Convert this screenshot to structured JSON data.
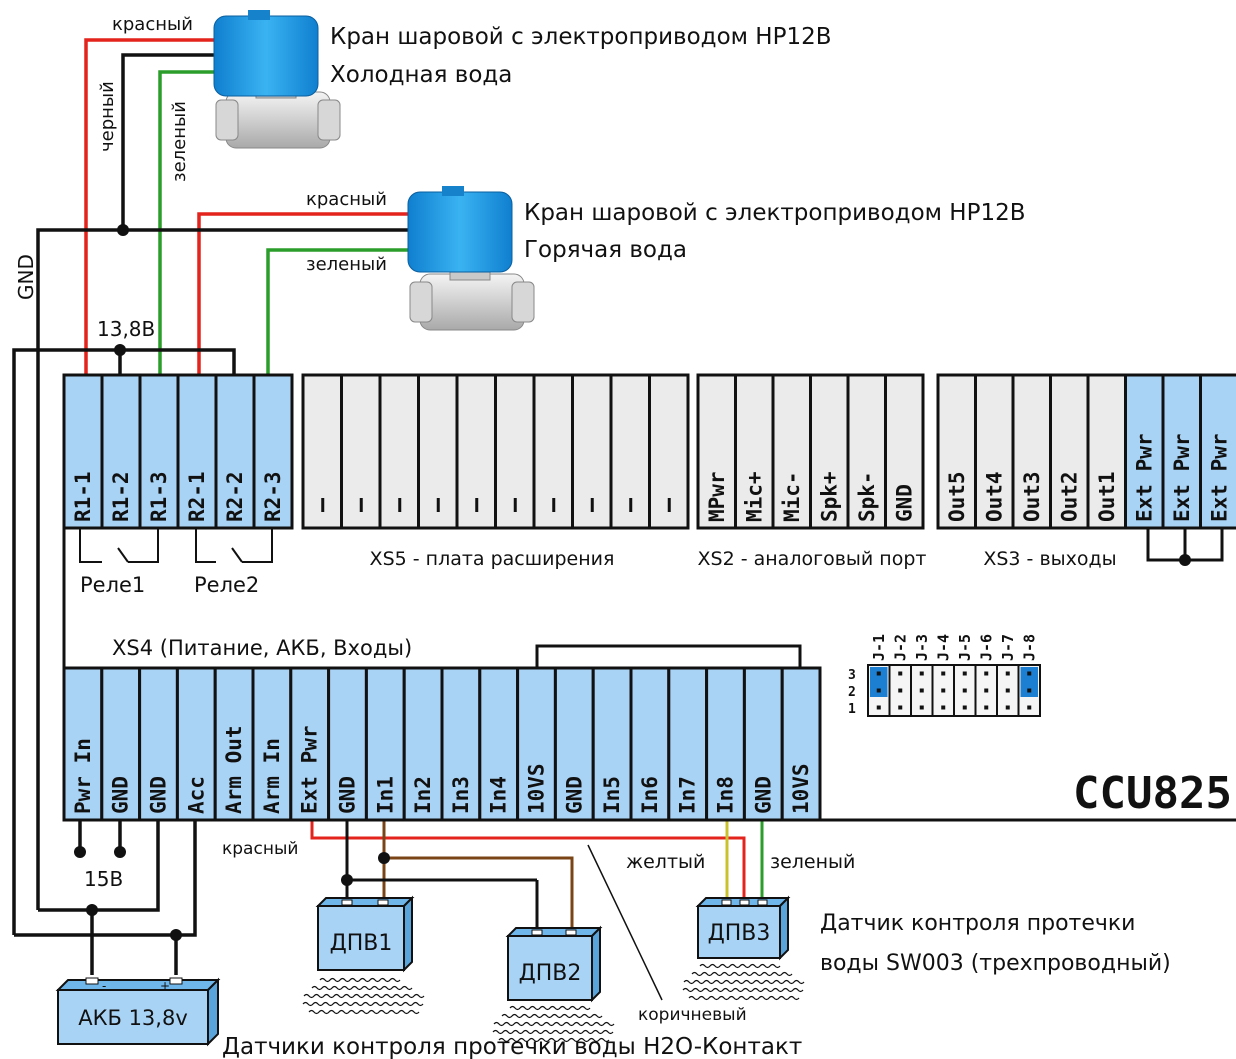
{
  "valves": {
    "cold": {
      "title": "Кран шаровой с электроприводом HP12B",
      "subtitle": "Холодная вода",
      "wire_red": "красный",
      "wire_black": "черный",
      "wire_green": "зеленый"
    },
    "hot": {
      "title": "Кран шаровой с электроприводом HP12B",
      "subtitle": "Горячая вода",
      "wire_red": "красный",
      "wire_green": "зеленый"
    }
  },
  "labels": {
    "gnd": "GND",
    "v138": "13,8В",
    "v15": "15В",
    "relay1": "Реле1",
    "relay2": "Реле2",
    "xs5": "XS5 - плата расширения",
    "xs2": "XS2 - аналоговый порт",
    "xs3": "XS3 - выходы",
    "xs4": "XS4 (Питание, АКБ, Входы)",
    "device": "CCU825",
    "wire_red_bottom": "красный",
    "wire_yellow": "желтый",
    "wire_green_bottom": "зеленый",
    "wire_brown": "коричневый"
  },
  "relay_pins": [
    "R1-1",
    "R1-2",
    "R1-3",
    "R2-1",
    "R2-2",
    "R2-3"
  ],
  "xs5_pins": [
    "-",
    "-",
    "-",
    "-",
    "-",
    "-",
    "-",
    "-",
    "-",
    "-"
  ],
  "xs2_pins": [
    "MPwr",
    "Mic+",
    "Mic-",
    "Spk+",
    "Spk-",
    "GND"
  ],
  "xs3_pins": [
    "Out5",
    "Out4",
    "Out3",
    "Out2",
    "Out1",
    "Ext Pwr",
    "Ext Pwr",
    "Ext Pwr"
  ],
  "xs4_pins": [
    "Pwr In",
    "GND",
    "GND",
    "Acc",
    "Arm Out",
    "Arm In",
    "Ext Pwr",
    "GND",
    "In1",
    "In2",
    "In3",
    "In4",
    "10VS",
    "GND",
    "In5",
    "In6",
    "In7",
    "In8",
    "GND",
    "10VS"
  ],
  "jumpers": {
    "names": [
      "J-1",
      "J-2",
      "J-3",
      "J-4",
      "J-5",
      "J-6",
      "J-7",
      "J-8"
    ],
    "rows": [
      "3",
      "2",
      "1"
    ]
  },
  "sensors": {
    "dpv1": "ДПВ1",
    "dpv2": "ДПВ2",
    "dpv3": "ДПВ3",
    "sw003_line1": "Датчик контроля протечки",
    "sw003_line2": "воды SW003 (трехпроводный)",
    "h2o_caption": "Датчики контроля протечки воды H2O-Контакт"
  },
  "battery": {
    "label": "АКБ 13,8v",
    "minus": "-",
    "plus": "+"
  },
  "colors": {
    "terminal_fill": "#a9d3f5",
    "grey_terminal": "#ebebeb",
    "valve_blue": "#1e9be6",
    "jumper_blue": "#1c7fd2",
    "wire_red": "#e3231c",
    "wire_green": "#2a9d2a",
    "wire_black": "#111111",
    "wire_brown": "#7a4416",
    "wire_yellow": "#c9c22d"
  }
}
